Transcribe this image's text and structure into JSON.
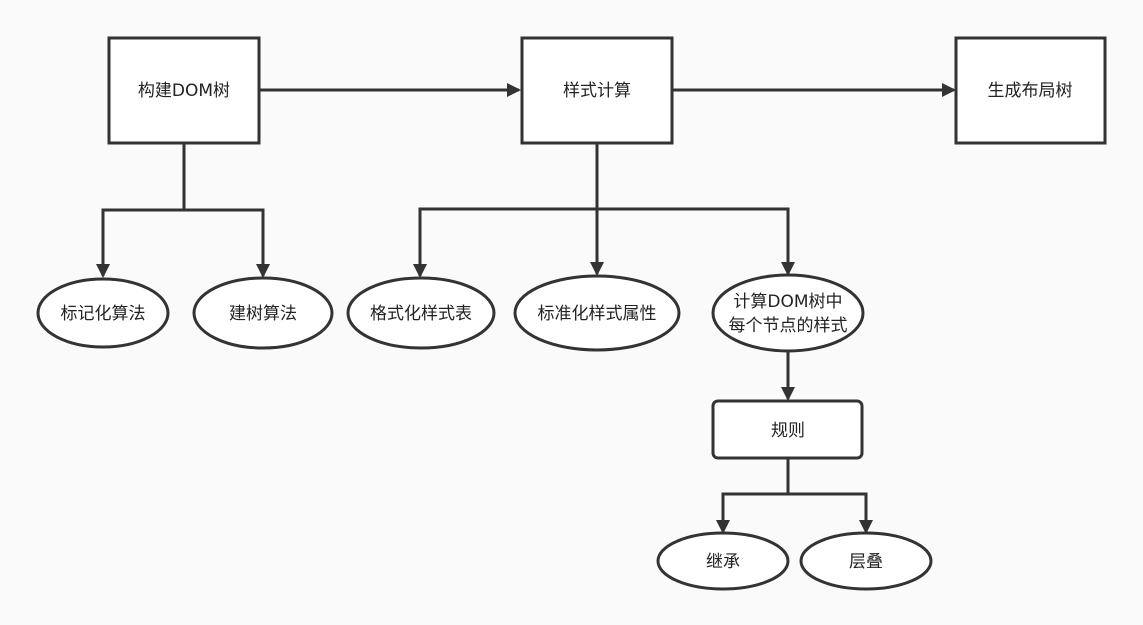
{
  "nodes": {
    "build_dom": "构建DOM树",
    "style_calc": "样式计算",
    "layout_tree": "生成布局树",
    "tokenize": "标记化算法",
    "tree_build": "建树算法",
    "format_stylesheet": "格式化样式表",
    "normalize_props": "标准化样式属性",
    "compute_line1": "计算DOM树中",
    "compute_line2": "每个节点的样式",
    "rules": "规则",
    "inherit": "继承",
    "cascade": "层叠"
  },
  "colors": {
    "stroke": "#333333",
    "fill": "#ffffff",
    "background": "#fafafa"
  }
}
